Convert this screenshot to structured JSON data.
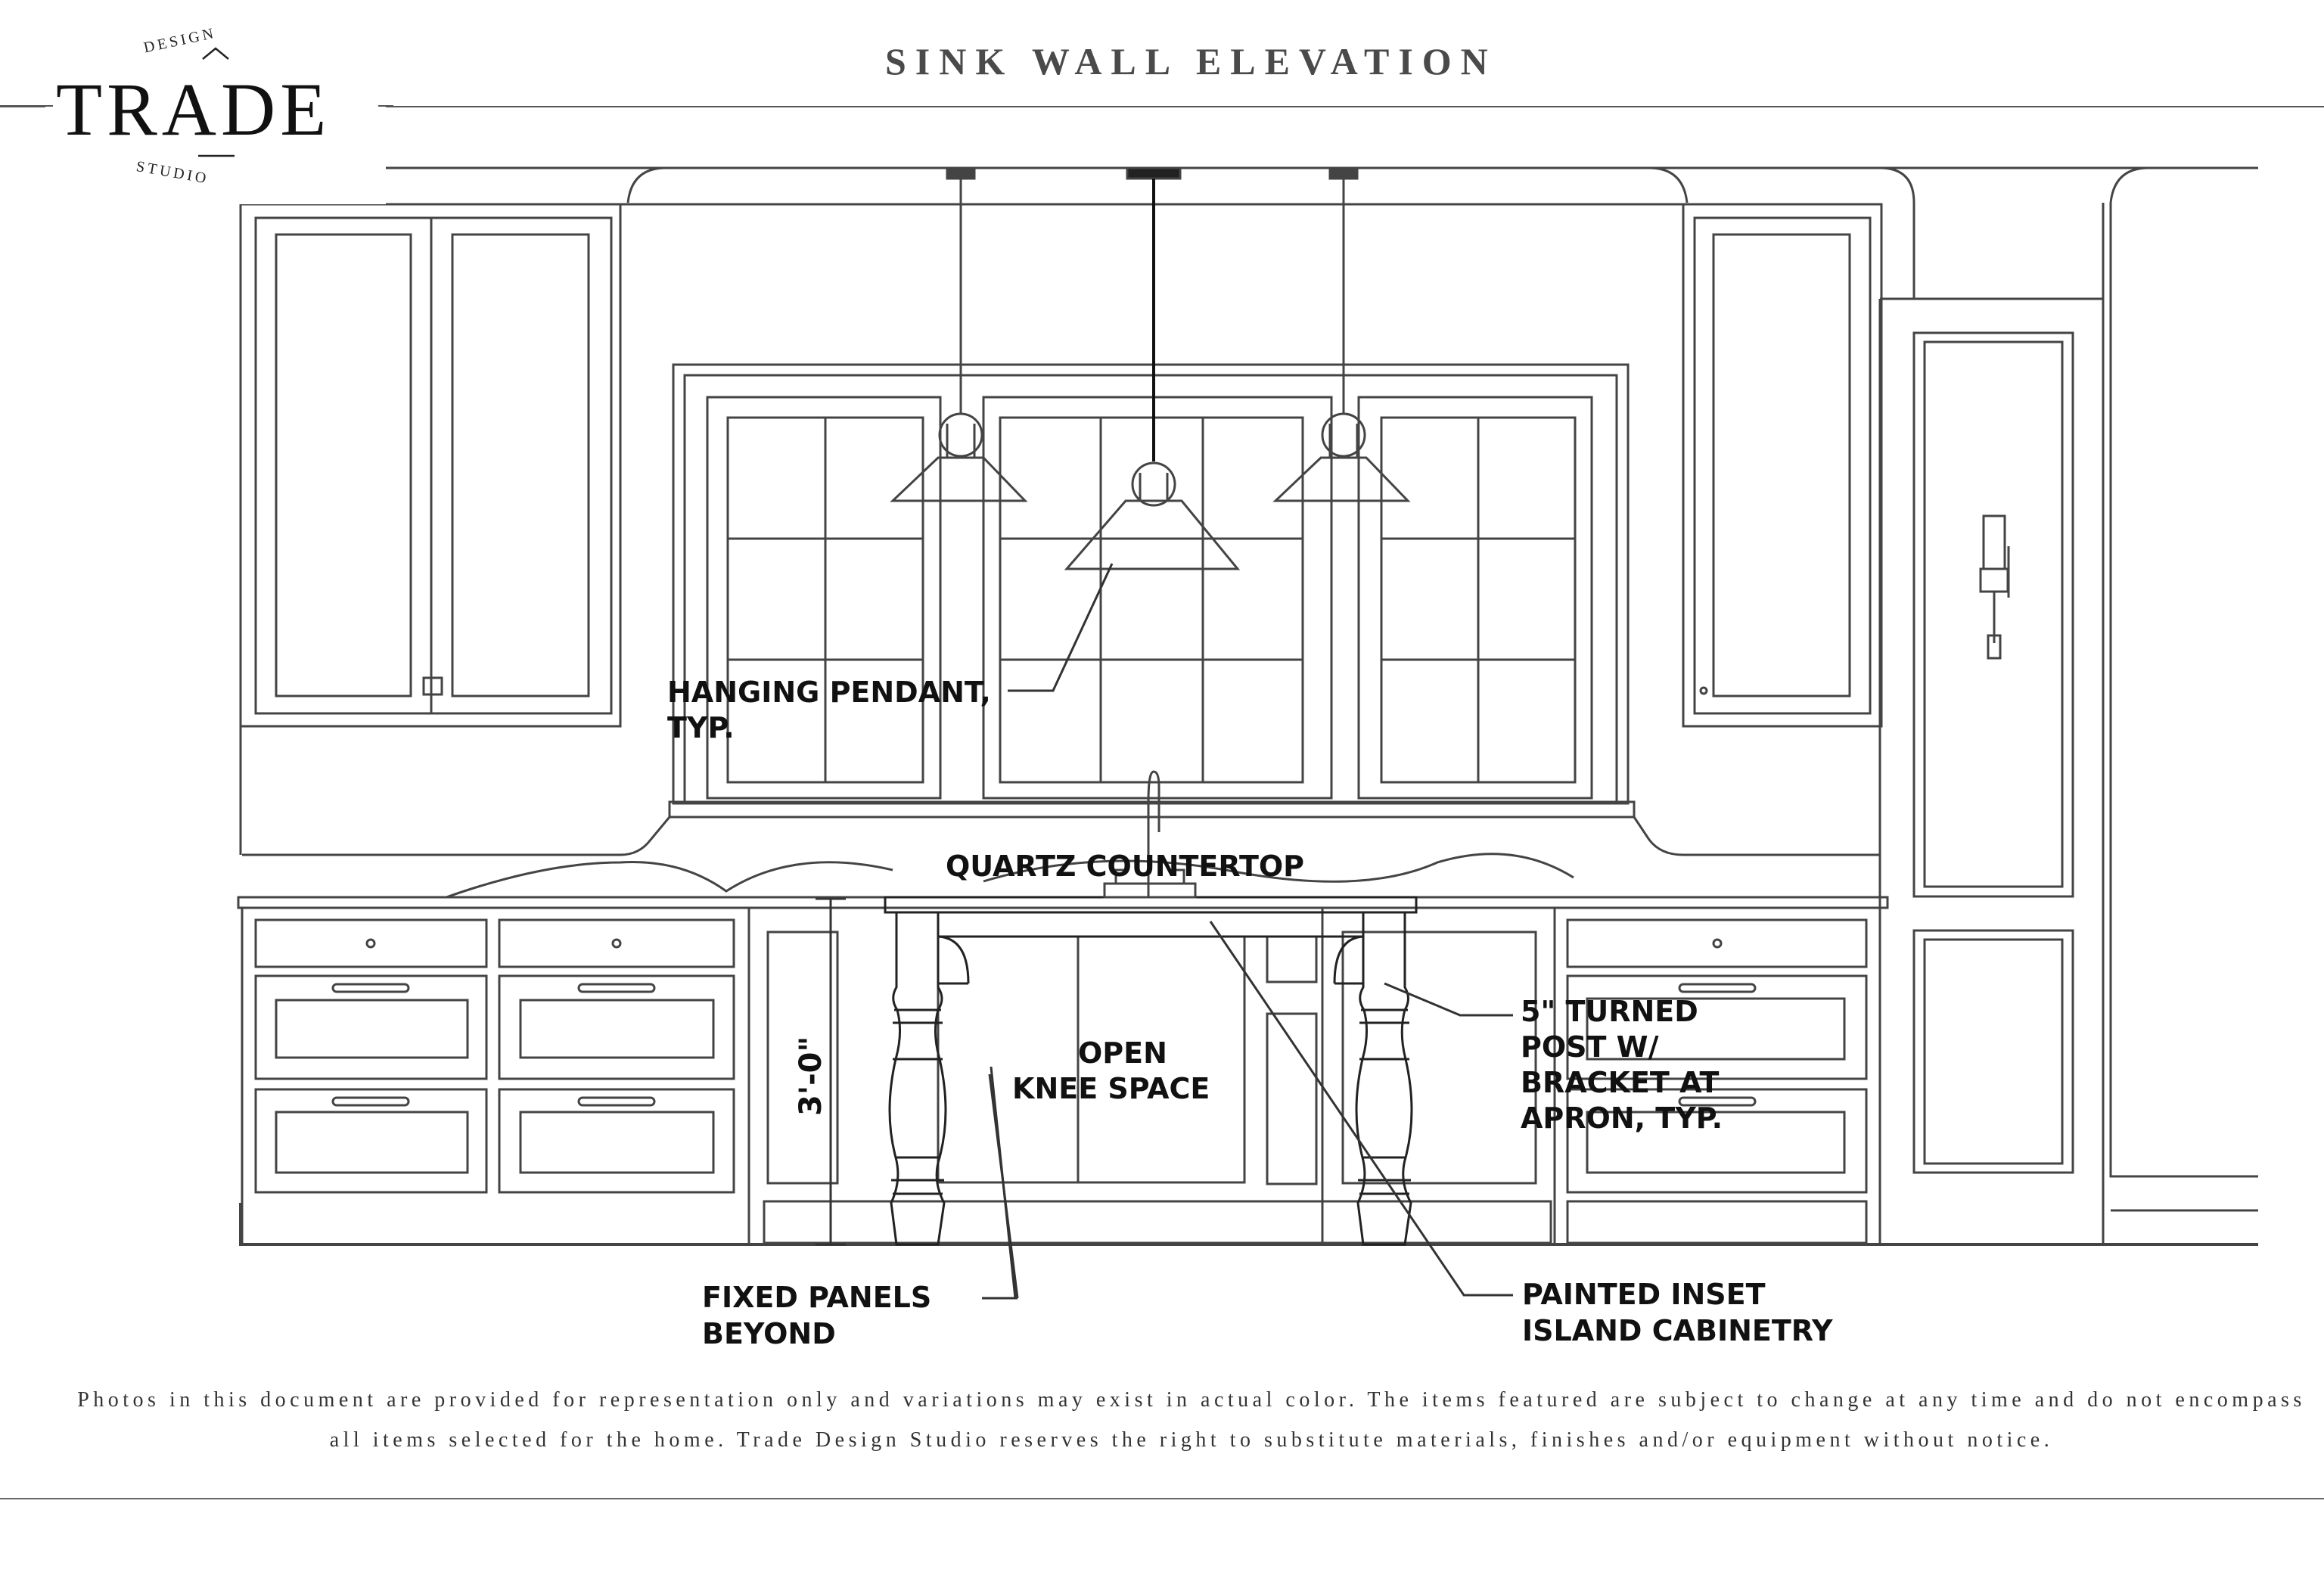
{
  "header": {
    "title": "SINK WALL ELEVATION"
  },
  "logo": {
    "word": "TRADE",
    "top_arc": "DESIGN",
    "bottom_arc": "STUDIO"
  },
  "labels": {
    "pendant_line1": "HANGING PENDANT,",
    "pendant_line2": "TYP.",
    "countertop": "QUARTZ COUNTERTOP",
    "height_dim": "3'-0\"",
    "knee_line1": "OPEN",
    "knee_line2": "KNEE SPACE",
    "post_line1": "5\" TURNED",
    "post_line2": "POST W/",
    "post_line3": "BRACKET AT",
    "post_line4": "APRON, TYP.",
    "fixed_line1": "FIXED PANELS",
    "fixed_line2": "BEYOND",
    "painted_line1": "PAINTED INSET",
    "painted_line2": "ISLAND CABINETRY"
  },
  "footer": {
    "disclaimer": "Photos in this document are provided for representation only and variations may exist in actual color. The items featured are subject to change at any time and do not encompass all items selected for the home. Trade Design Studio reserves the right to substitute materials, finishes and/or equipment without notice."
  }
}
